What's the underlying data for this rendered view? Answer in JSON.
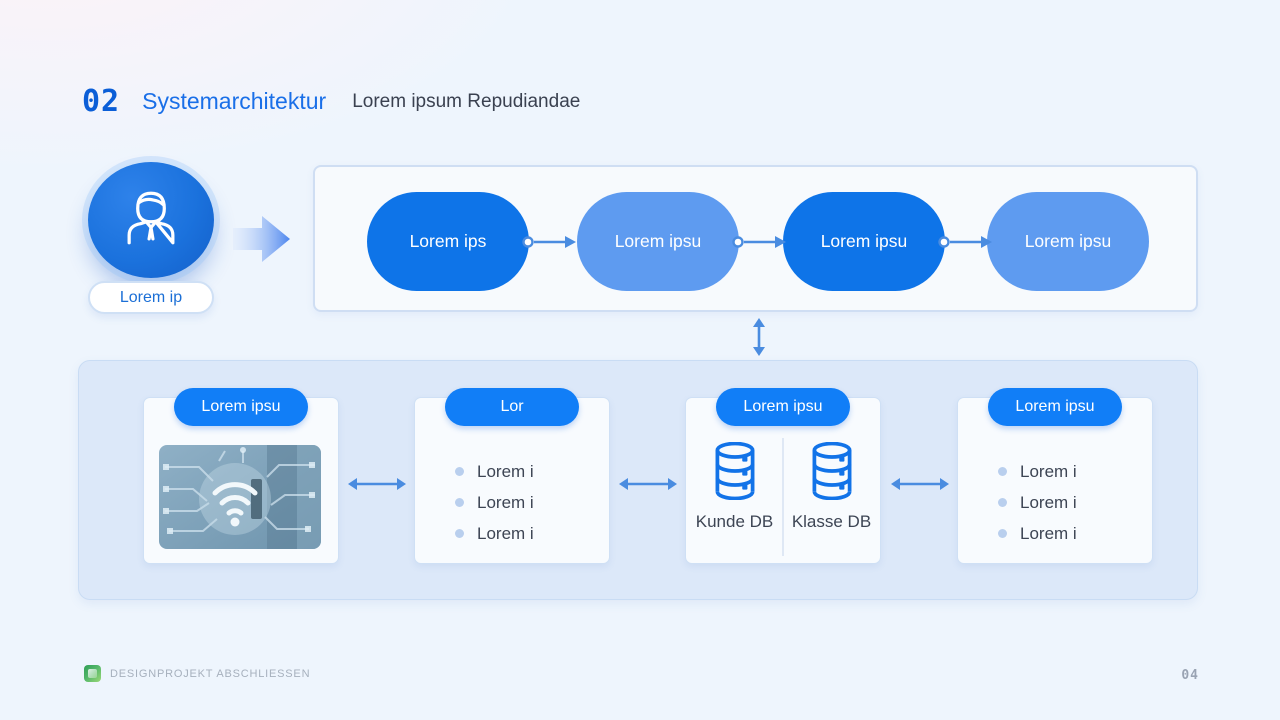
{
  "header": {
    "number": "02",
    "title": "Systemarchitektur",
    "subtitle": "Lorem ipsum Repudiandae"
  },
  "actor": {
    "label": "Lorem ip",
    "icon": "user-icon"
  },
  "flow": {
    "steps": [
      {
        "label": "Lorem ips",
        "variant": "dark"
      },
      {
        "label": "Lorem ipsu",
        "variant": "light"
      },
      {
        "label": "Lorem ipsu",
        "variant": "dark"
      },
      {
        "label": "Lorem ipsu",
        "variant": "light"
      }
    ]
  },
  "modules": [
    {
      "title": "Lorem ipsu",
      "type": "image",
      "image": "wifi-circuit-photo"
    },
    {
      "title": "Lor",
      "type": "list",
      "items": [
        "Lorem i",
        "Lorem i",
        "Lorem i"
      ]
    },
    {
      "title": "Lorem ipsu",
      "type": "databases",
      "databases": [
        {
          "label": "Kunde DB"
        },
        {
          "label": "Klasse DB"
        }
      ]
    },
    {
      "title": "Lorem ipsu",
      "type": "list",
      "items": [
        "Lorem i",
        "Lorem i",
        "Lorem i"
      ]
    }
  ],
  "footer": {
    "project": "DESIGNPROJEKT ABSCHLIESSEN",
    "page": "04"
  },
  "colors": {
    "pill_dark": "#0e74e8",
    "pill_light": "#5e9bf0",
    "card_pill": "#117ef7",
    "arrow": "#4a8ce0",
    "title_blue": "#1a6fe8",
    "number_blue": "#0b5ed7",
    "container_bg": "#dce8f9",
    "card_bg": "#f8fbfe",
    "slide_bg": "#eef5fd",
    "footer_logo_green": "#53b769"
  }
}
